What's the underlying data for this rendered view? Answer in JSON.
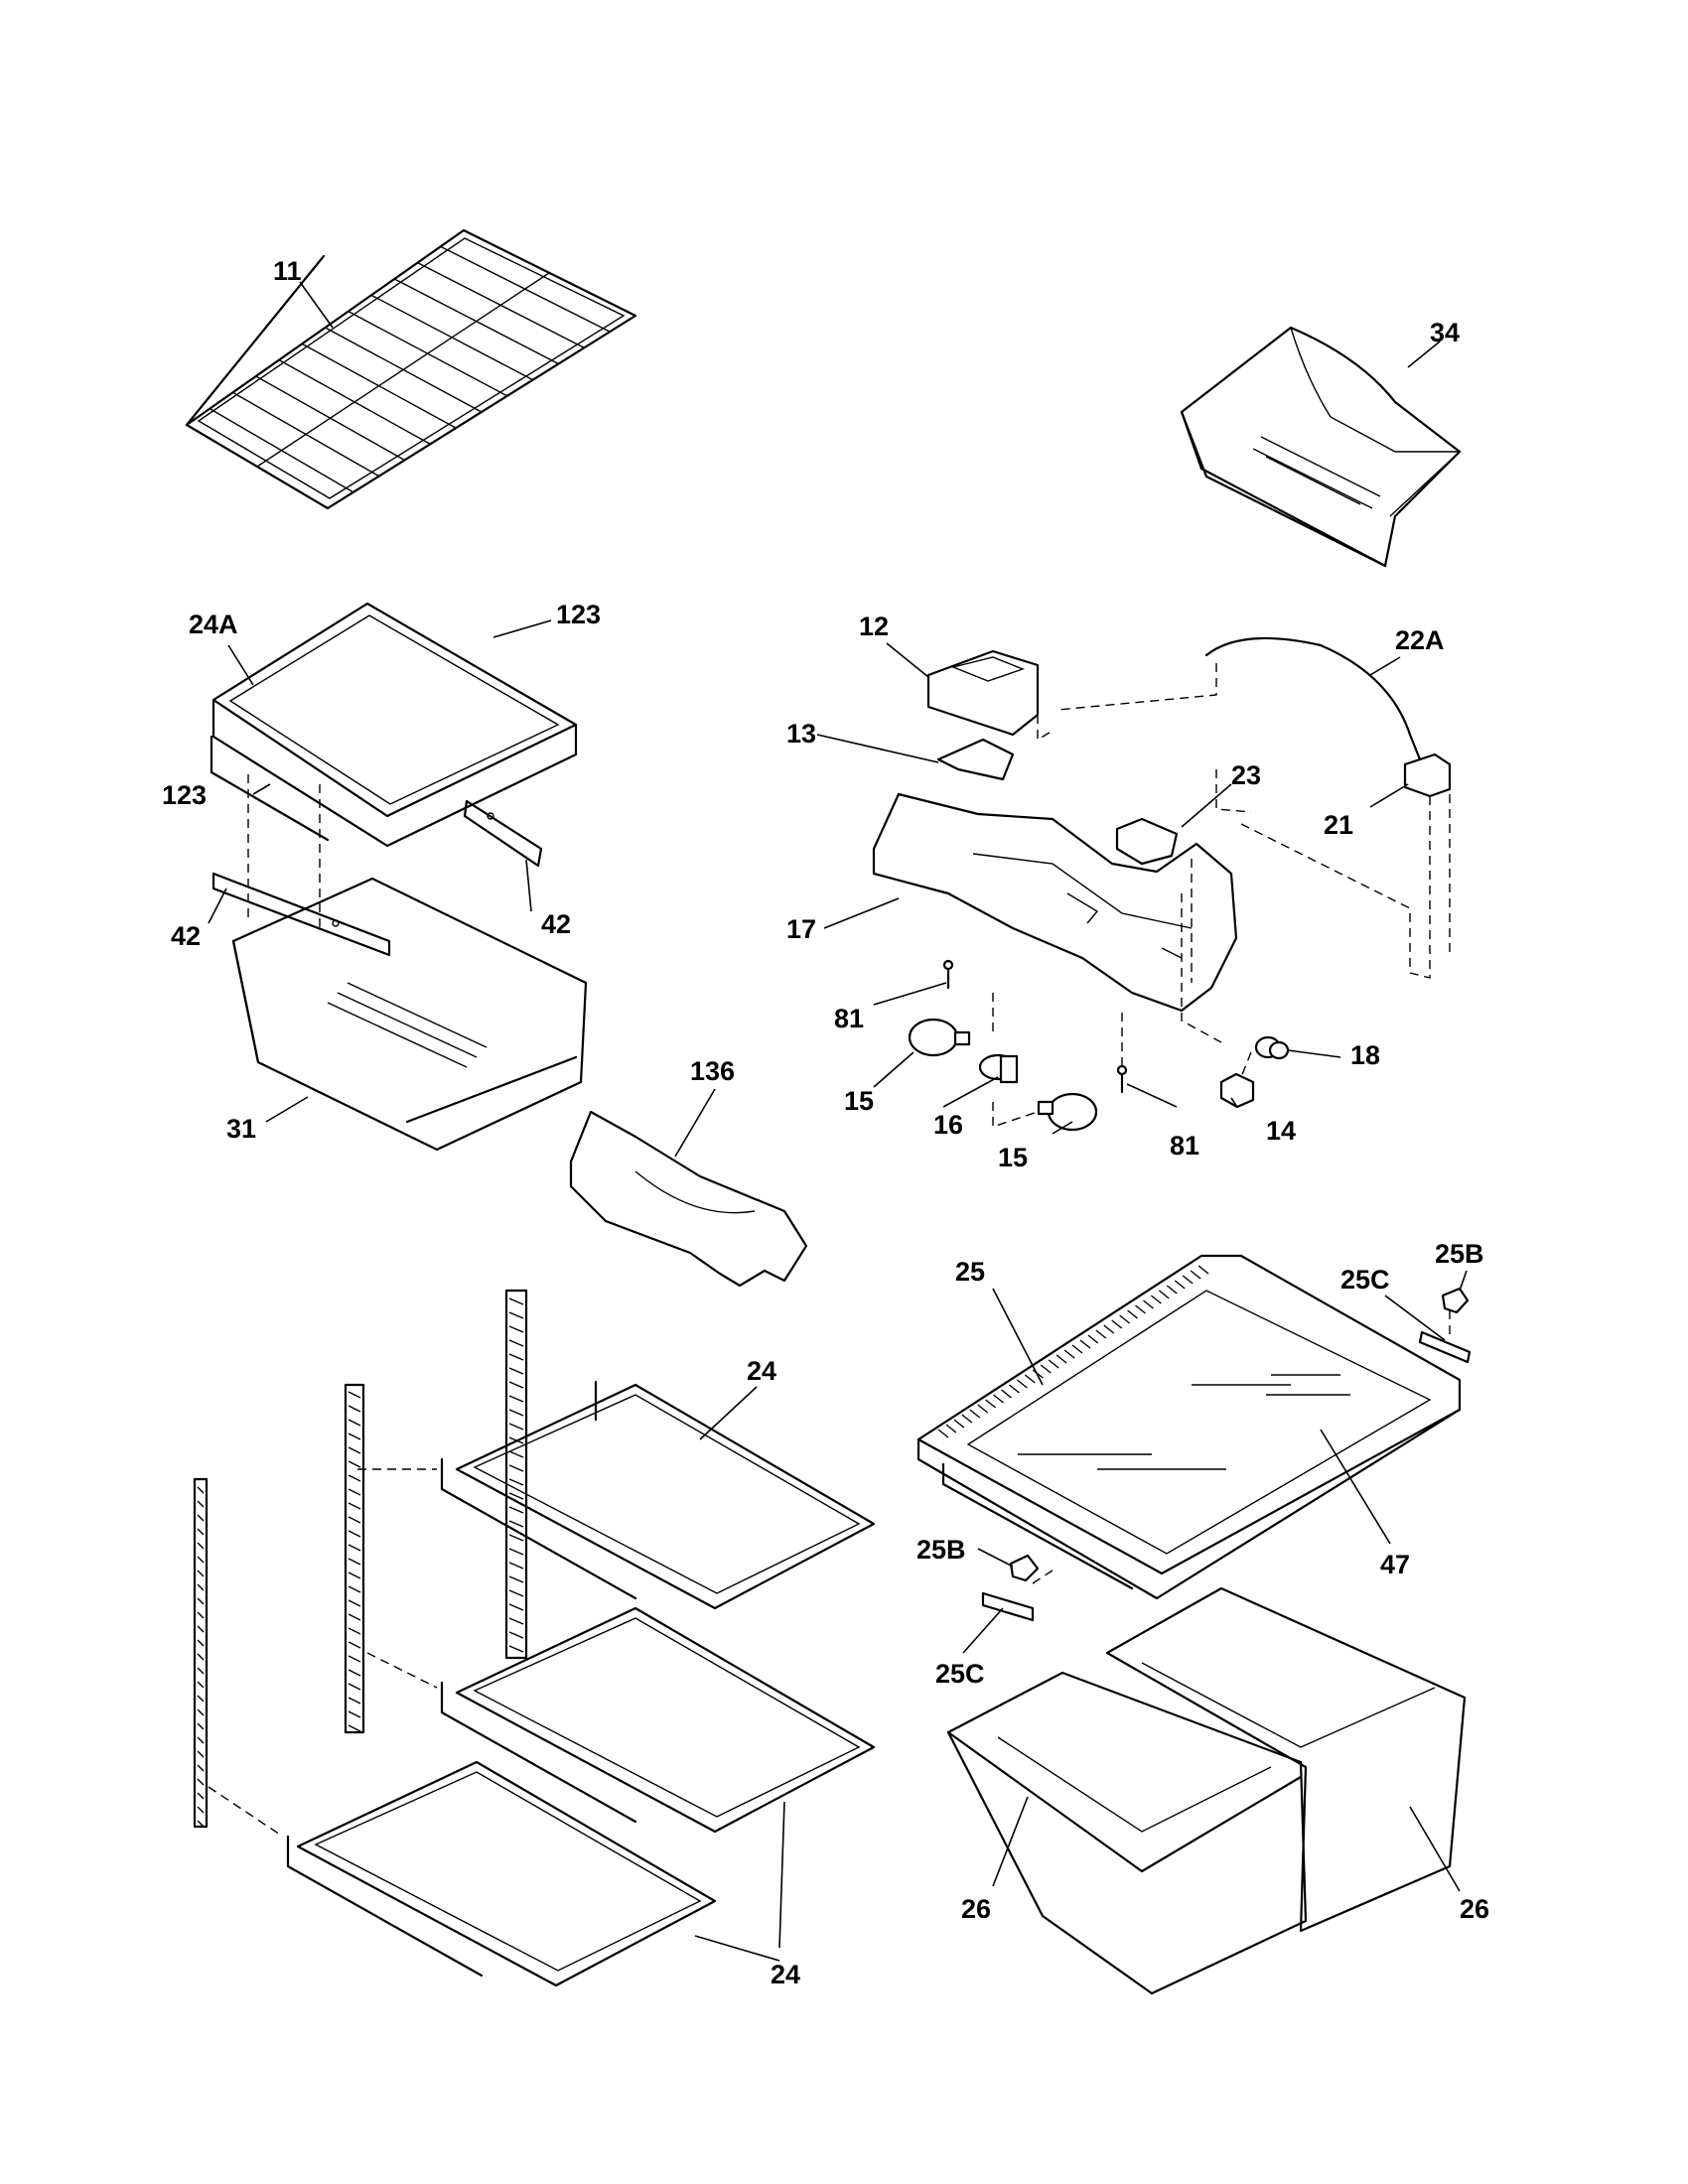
{
  "labels": {
    "l11": "11",
    "l34": "34",
    "l24A": "24A",
    "l123a": "123",
    "l123b": "123",
    "l42a": "42",
    "l42b": "42",
    "l31": "31",
    "l12": "12",
    "l13": "13",
    "l22A": "22A",
    "l23": "23",
    "l21": "21",
    "l17": "17",
    "l81a": "81",
    "l81b": "81",
    "l15a": "15",
    "l15b": "15",
    "l16": "16",
    "l18": "18",
    "l14": "14",
    "l136": "136",
    "l25": "25",
    "l25C_top": "25C",
    "l25B_top": "25B",
    "l24_top": "24",
    "l47": "47",
    "l25B_bot": "25B",
    "l25C_bot": "25C",
    "l26a": "26",
    "l26b": "26",
    "l24_bot": "24"
  }
}
